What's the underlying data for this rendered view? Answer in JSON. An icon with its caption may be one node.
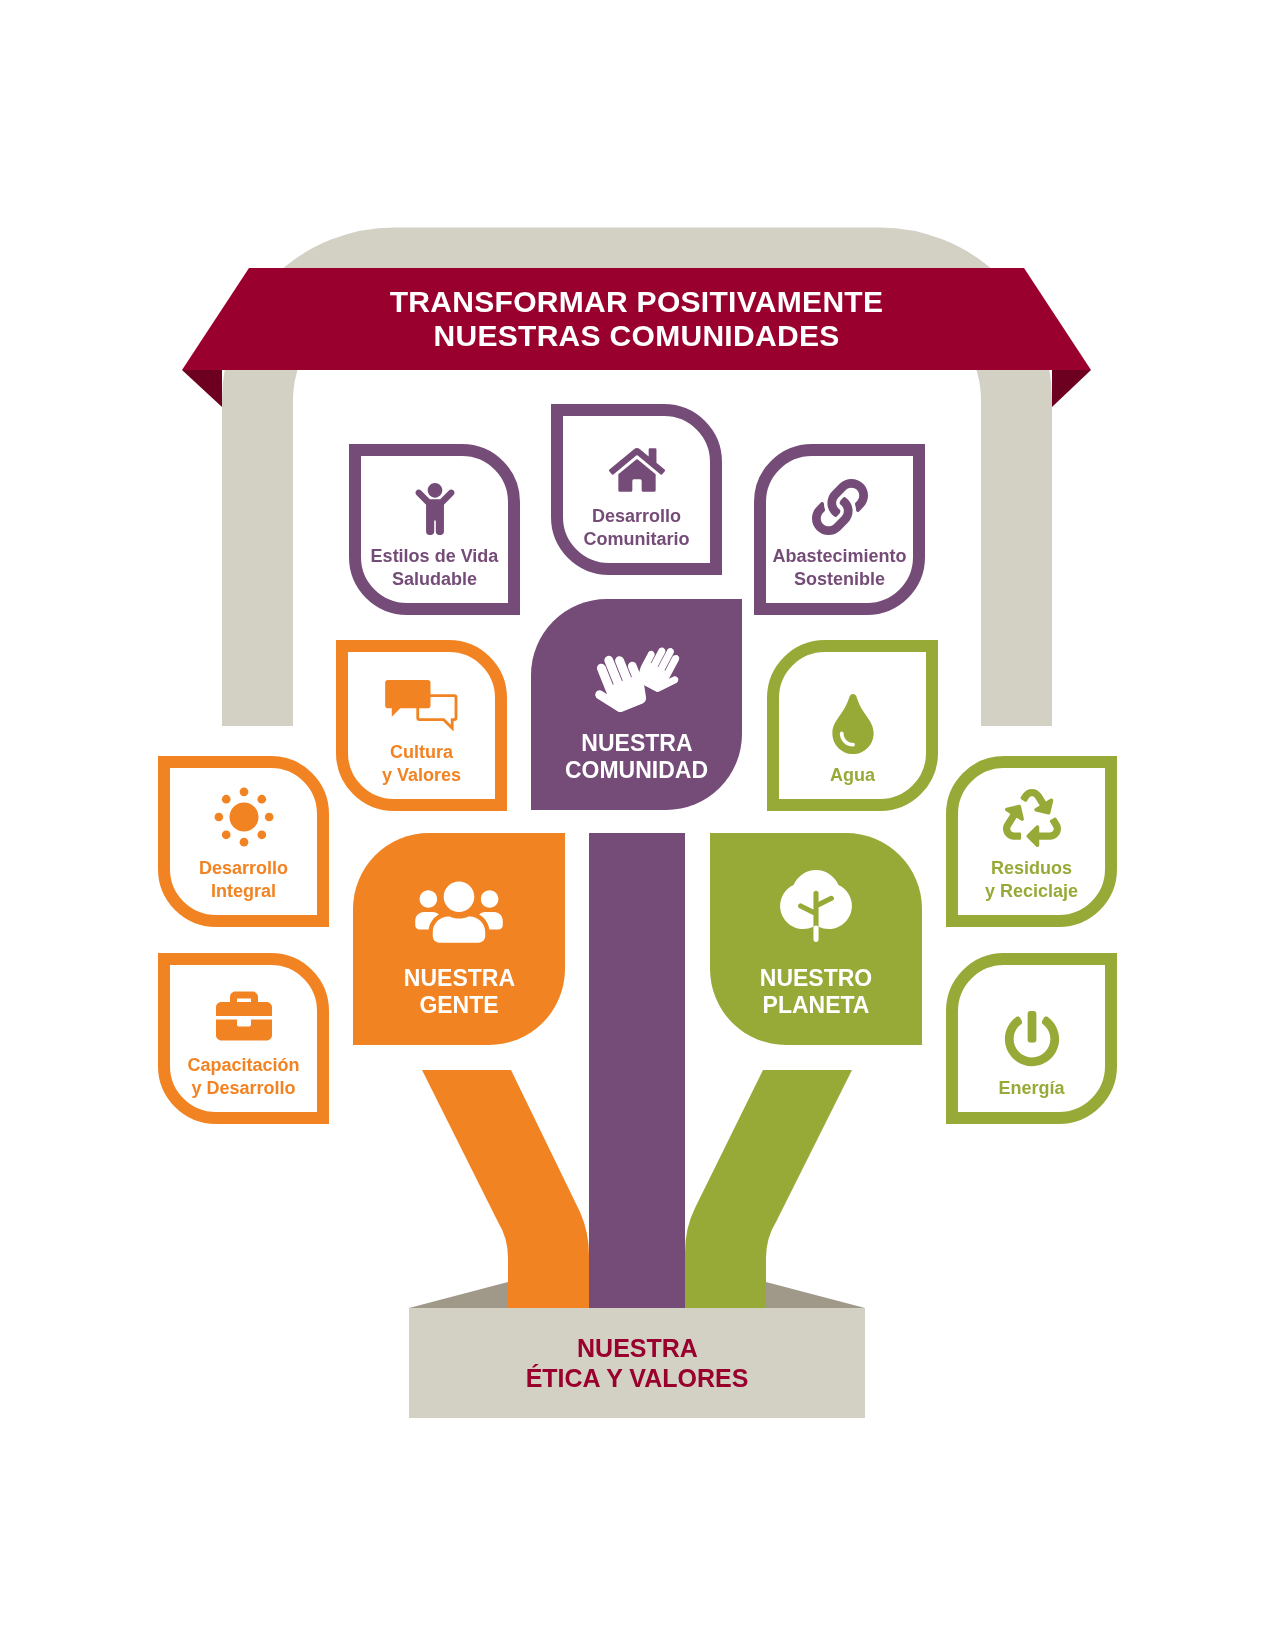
{
  "diagram": {
    "nodes": [
      {
        "text": [
          "TRANSFORMAR POSITIVAMENTE NUESTRAS COMUNIDADES"
        ]
      },
      {
        "text": [
          "Estilos de Vida Saludable"
        ]
      },
      {
        "text": [
          "Desarrollo Comunitario"
        ]
      },
      {
        "text": [
          "Abastecimiento Sostenible"
        ]
      },
      {
        "text": [
          "Cultura y Valores"
        ]
      },
      {
        "text": [
          "NUESTRA COMUNIDAD"
        ]
      },
      {
        "text": [
          "Agua"
        ]
      },
      {
        "text": [
          "Desarrollo Integral"
        ]
      },
      {
        "text": [
          "Residuos y Reciclaje"
        ]
      },
      {
        "text": [
          "NUESTRA GENTE"
        ]
      },
      {
        "text": [
          "NUESTRO PLANETA"
        ]
      },
      {
        "text": [
          "Capacitación y Desarrollo"
        ]
      },
      {
        "text": [
          "Energía"
        ]
      },
      {
        "text": [],
        "shape": "bar"
      },
      {
        "text": [],
        "shape": "bar"
      },
      {
        "text": [],
        "shape": "bar"
      },
      {
        "text": [
          "NUESTRA ÉTICA Y VALORES"
        ]
      }
    ]
  }
}
